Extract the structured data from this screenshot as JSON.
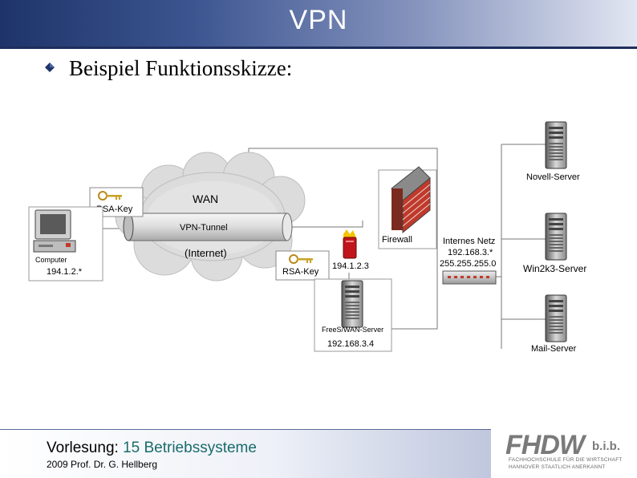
{
  "slide": {
    "title": "VPN",
    "subtitle": "Beispiel Funktionsskizze:"
  },
  "diagram": {
    "wan_label": "WAN",
    "tunnel_label": "VPN-Tunnel",
    "internet_label": "(Internet)",
    "rsa_key_left": "RSA-Key",
    "rsa_key_right": "RSA-Key",
    "computer_label": "Computer",
    "computer_ip": "194.1.2.*",
    "firewall_label": "Firewall",
    "gateway_ip": "194.1.2.3",
    "gateway_server_label": "FreeS/WAN-Server",
    "gateway_server_ip": "192.168.3.4",
    "internal_net_label": "Internes Netz",
    "internal_net_ip": "192.168.3.*",
    "internal_net_mask": "255.255.255.0",
    "server_1": "Novell-Server",
    "server_2": "Win2k3-Server",
    "server_3": "Mail-Server"
  },
  "footer": {
    "course_label": "Vorlesung:",
    "course_value": "15 Betriebssysteme",
    "author": "2009 Prof. Dr. G. Hellberg"
  },
  "logo": {
    "main": "FHDW",
    "suffix": "b.i.b.",
    "line1": "FACHHOCHSCHULE FÜR DIE WIRTSCHAFT",
    "line2": "HANNOVER     STAATLICH ANERKANNT"
  },
  "colors": {
    "title_bar_dark": "#1e3469",
    "title_bar_light": "#e2e6f2",
    "firewall_brick": "#c0392b",
    "footer_course": "#1a6b6b",
    "flame_red": "#c0161b"
  }
}
